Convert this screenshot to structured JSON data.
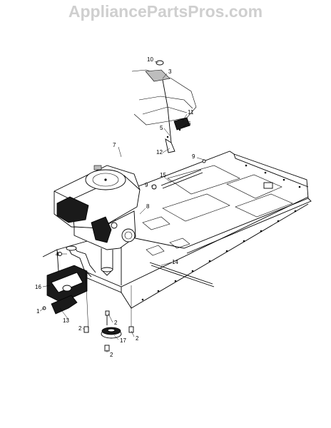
{
  "watermark": "AppliancePartsPros.com",
  "callouts": [
    "10",
    "3",
    "11",
    "6",
    "5",
    "12",
    "7",
    "9",
    "15",
    "9",
    "8",
    "4",
    "14",
    "16",
    "1",
    "13",
    "2",
    "2",
    "17",
    "2",
    "2"
  ],
  "colors": {
    "ink": "#000000",
    "watermark": "#cfcfcf",
    "background": "#ffffff"
  }
}
